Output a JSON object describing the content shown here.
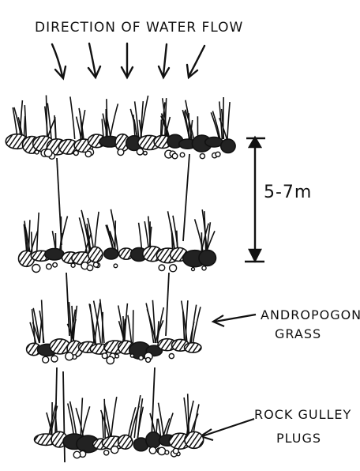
{
  "diagram": {
    "title": "DIRECTION OF WATER FLOW",
    "spacing_label": "5-7m",
    "grass_label": [
      "ANDROPOGON",
      "GRASS"
    ],
    "plug_label": [
      "ROCK GULLEY",
      "PLUGS"
    ]
  }
}
